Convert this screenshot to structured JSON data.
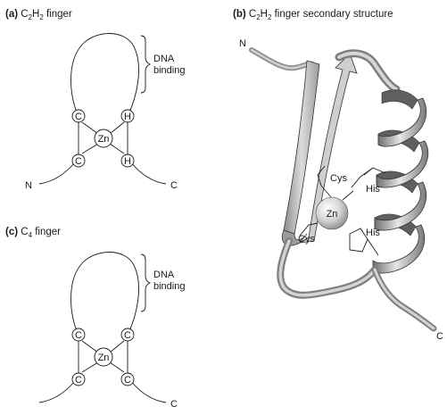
{
  "panel_a": {
    "letter": "(a)",
    "title_pre": "C",
    "title_sub1": "2",
    "title_mid": "H",
    "title_sub2": "2",
    "title_post": " finger",
    "dna_line1": "DNA",
    "dna_line2": "binding",
    "zn": "Zn",
    "c1": "C",
    "c2": "C",
    "h1": "H",
    "h2": "H",
    "n_term": "N",
    "c_term": "C"
  },
  "panel_b": {
    "letter": "(b)",
    "title_pre": "C",
    "title_sub1": "2",
    "title_mid": "H",
    "title_sub2": "2",
    "title_post": " finger secondary structure",
    "n_term": "N",
    "c_term": "C",
    "zn": "Zn",
    "cys1": "Cys",
    "cys2": "Cys",
    "his1": "His",
    "his2": "His"
  },
  "panel_c": {
    "letter": "(c)",
    "title_pre": "C",
    "title_sub1": "4",
    "title_post": " finger",
    "dna_line1": "DNA",
    "dna_line2": "binding",
    "zn": "Zn",
    "c1": "C",
    "c2": "C",
    "c3": "C",
    "c4": "C",
    "c_term": "C"
  },
  "colors": {
    "ink": "#1a1a1a",
    "ribbon_light": "#d9d9d9",
    "ribbon_mid": "#a8a8a8",
    "ribbon_dark": "#6e6e6e",
    "zinc_sphere": "#c9c9c9"
  }
}
